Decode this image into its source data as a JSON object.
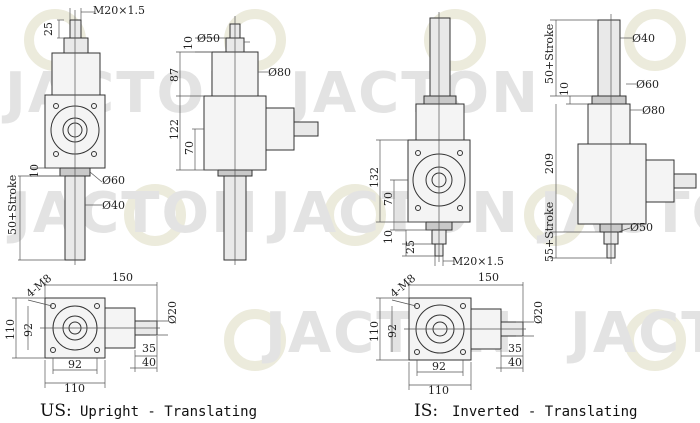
{
  "watermark": {
    "brand": "JACTON"
  },
  "us": {
    "caption_code": "US:",
    "caption_text": "Upright - Translating",
    "thread": "M20×1.5",
    "dim_25": "25",
    "dim_10": "10",
    "dia_60": "Ø60",
    "dia_40": "Ø40",
    "stroke": "50+Stroke",
    "dim_10b": "10",
    "dia_50": "Ø50",
    "dia_80": "Ø80",
    "dim_87": "87",
    "dim_122": "122",
    "dim_70": "70"
  },
  "us_plan": {
    "bolts": "4-M8",
    "w150": "150",
    "d20": "Ø20",
    "h110": "110",
    "h92": "92",
    "w92": "92",
    "w110": "110",
    "d35": "35",
    "d40": "40"
  },
  "is": {
    "caption_code": "IS:",
    "caption_text": "Inverted - Translating",
    "thread": "M20×1.5",
    "dim_132": "132",
    "dim_70": "70",
    "dim_10": "10",
    "dim_25": "25",
    "stroke_top": "50+Stroke",
    "dim_10b": "10",
    "dia_40": "Ø40",
    "dia_60": "Ø60",
    "dia_80": "Ø80",
    "dim_209": "209",
    "stroke_bottom": "55+Stroke",
    "dia_50": "Ø50"
  },
  "is_plan": {
    "bolts": "4-M8",
    "w150": "150",
    "d20": "Ø20",
    "h110": "110",
    "h92": "92",
    "w92": "92",
    "w110": "110",
    "d35": "35",
    "d40": "40"
  }
}
